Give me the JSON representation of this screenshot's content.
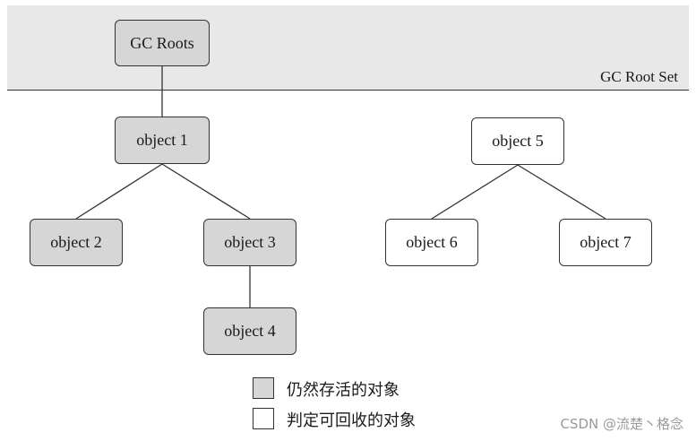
{
  "diagram": {
    "root_set_label": "GC Root Set",
    "nodes": {
      "gc_roots": "GC Roots",
      "object1": "object 1",
      "object2": "object 2",
      "object3": "object 3",
      "object4": "object 4",
      "object5": "object 5",
      "object6": "object 6",
      "object7": "object 7"
    },
    "edges": [
      [
        "GC Roots",
        "object 1"
      ],
      [
        "object 1",
        "object 2"
      ],
      [
        "object 1",
        "object 3"
      ],
      [
        "object 3",
        "object 4"
      ],
      [
        "object 5",
        "object 6"
      ],
      [
        "object 5",
        "object 7"
      ]
    ]
  },
  "legend": {
    "alive": "仍然存活的对象",
    "reclaimable": "判定可回收的对象"
  },
  "colors": {
    "alive_fill": "#d6d6d6",
    "reclaimable_fill": "#ffffff",
    "root_band": "#e8e8e8"
  },
  "watermark": "CSDN @流楚丶格念"
}
